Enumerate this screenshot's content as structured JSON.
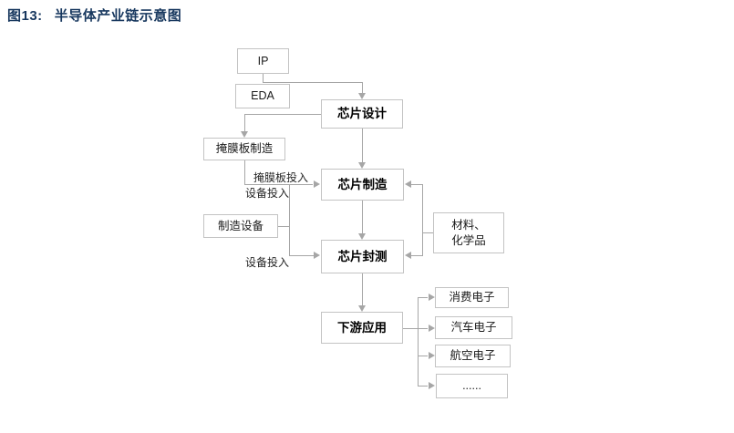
{
  "page": {
    "title_prefix": "图13:",
    "title_text": "半导体产业链示意图",
    "title_color": "#17375E"
  },
  "diagram": {
    "nodes": {
      "ip": {
        "label": "IP"
      },
      "eda": {
        "label": "EDA"
      },
      "chip_design": {
        "label": "芯片设计"
      },
      "mask_mfg": {
        "label": "掩膜板制造"
      },
      "chip_mfg": {
        "label": "芯片制造"
      },
      "mfg_equipment": {
        "label": "制造设备"
      },
      "chip_pkg_test": {
        "label": "芯片封测"
      },
      "materials": {
        "label_line1": "材料、",
        "label_line2": "化学品"
      },
      "downstream": {
        "label": "下游应用"
      },
      "consumer": {
        "label": "消费电子"
      },
      "automotive": {
        "label": "汽车电子"
      },
      "avionics": {
        "label": "航空电子"
      },
      "others": {
        "label": "......"
      }
    },
    "edge_labels": {
      "mask_input": "掩膜板投入",
      "equipment_input_mfg": "设备投入",
      "equipment_input_pkg": "设备投入"
    },
    "colors": {
      "box_border": "#C3C3C3",
      "line": "#A6A6A6",
      "title": "#17375E",
      "text": "#1A1A1A"
    }
  }
}
